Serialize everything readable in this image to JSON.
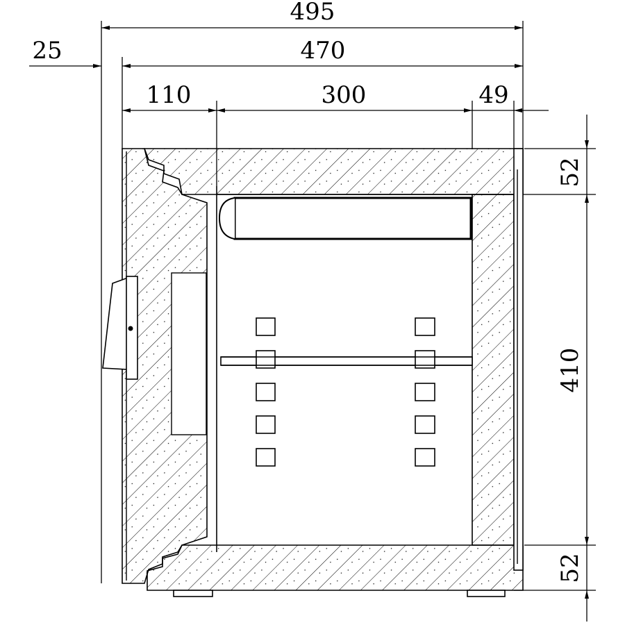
{
  "dimensions": {
    "overall_width": "495",
    "body_width": "470",
    "door_offset": "25",
    "door_thickness": "110",
    "interior_width": "300",
    "back_wall": "49",
    "top_wall": "52",
    "interior_height": "410",
    "bottom_wall": "52"
  },
  "colors": {
    "line": "#000000",
    "background": "#ffffff"
  },
  "icons": {
    "handle": "door-handle",
    "shelf_supports": "square-peg-holes"
  }
}
